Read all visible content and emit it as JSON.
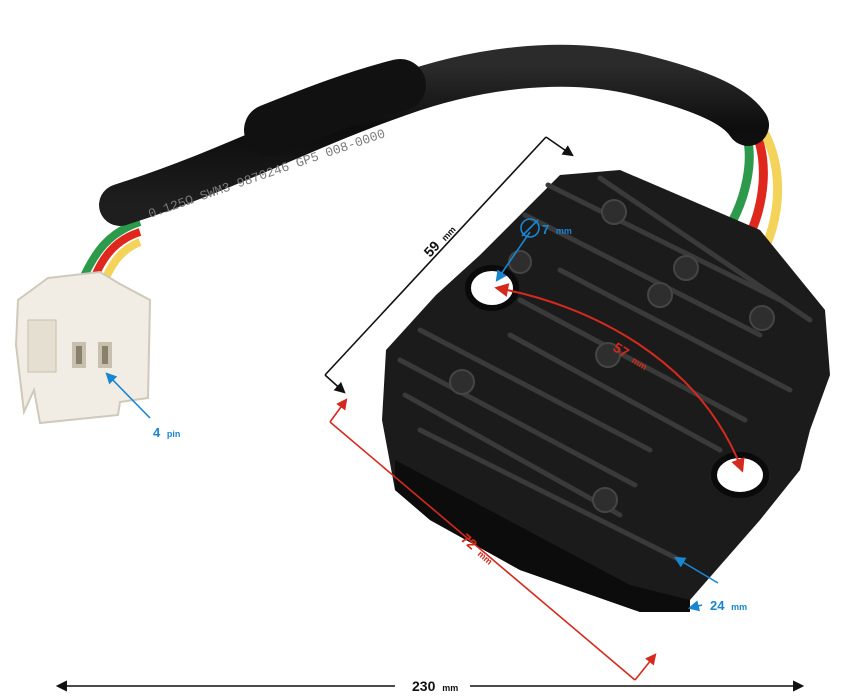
{
  "colors": {
    "red_dim": "#d42a1e",
    "blue_dim": "#1a86d0",
    "black_dim": "#111111",
    "body": "#1b1b1b",
    "fin_highlight": "#3a3a3a",
    "connector": "#f1ede4",
    "wire_green": "#2c9a4a",
    "wire_red": "#e0271d",
    "wire_yellow": "#f3d35a"
  },
  "cable": {
    "printed_text": "0.125Ω  SWM3 9870246  GP5  008-0000"
  },
  "dimensions": {
    "hole": {
      "value": "7",
      "unit": "mm"
    },
    "height": {
      "value": "59",
      "unit": "mm"
    },
    "holes_spacing": {
      "value": "57",
      "unit": "mm"
    },
    "length": {
      "value": "72",
      "unit": "mm"
    },
    "fin": {
      "value": "24",
      "unit": "mm"
    },
    "connector": {
      "value": "4",
      "unit": "pin"
    },
    "total": {
      "value": "230",
      "unit": "mm"
    }
  }
}
